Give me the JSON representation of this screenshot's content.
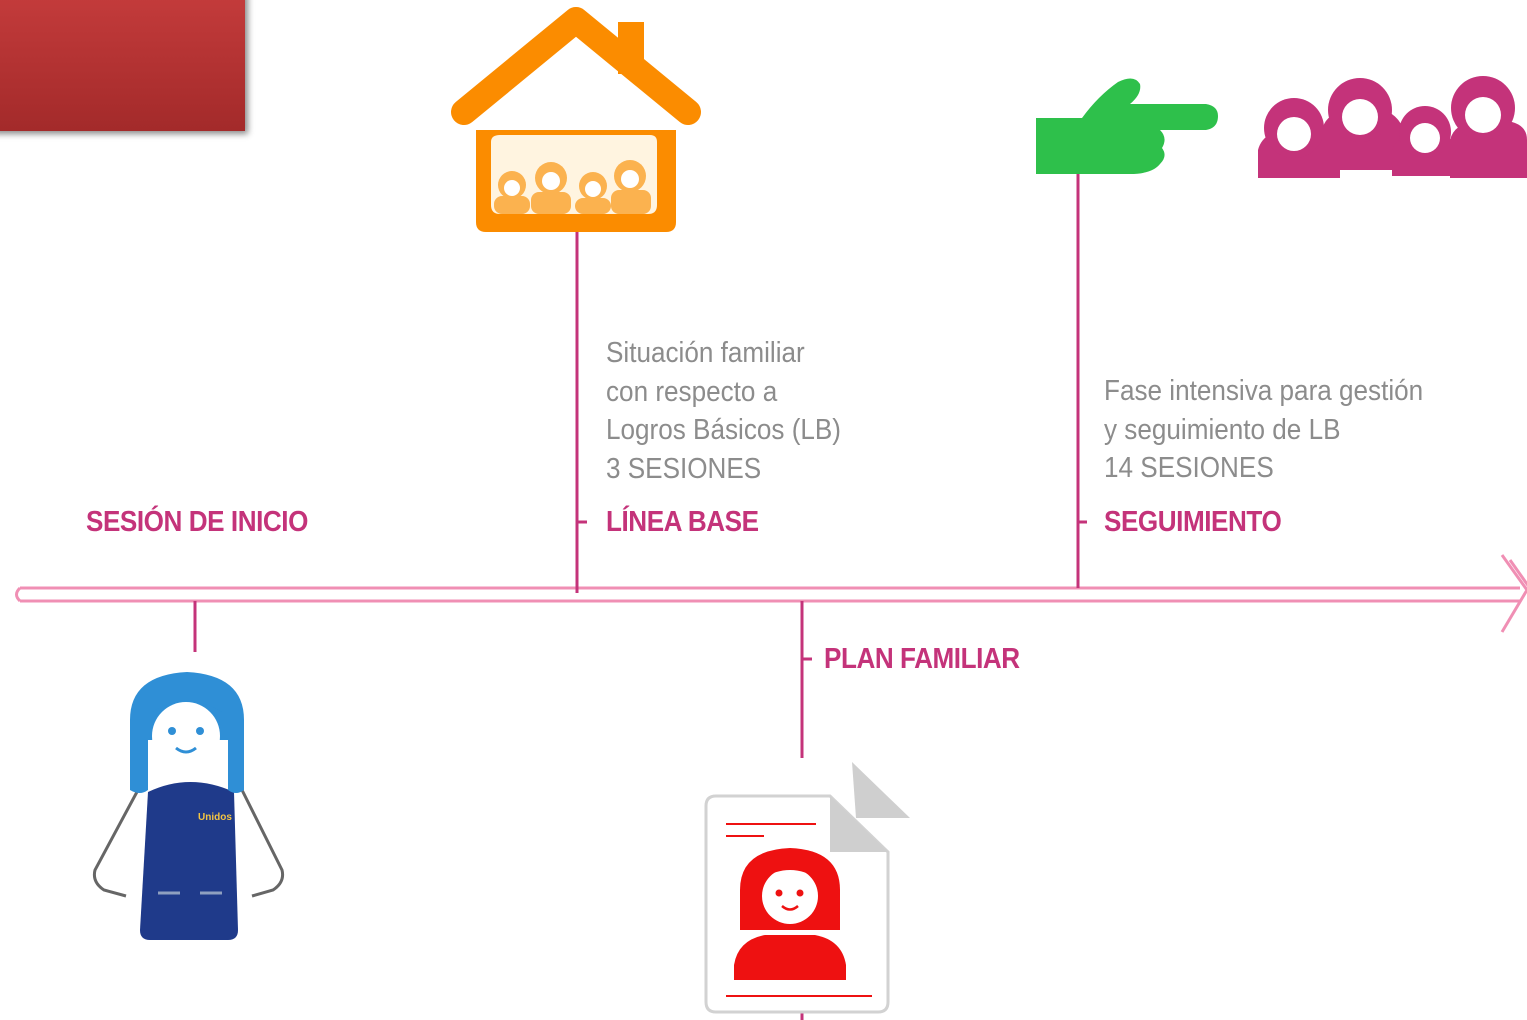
{
  "colors": {
    "accent": "#c4337a",
    "timeline": "#f08fb4",
    "description_text": "#8c8c8c",
    "house": "#fb8c00",
    "hand": "#2ec04b",
    "family_icon": "#c4337a",
    "agent_hair": "#2f8fd6",
    "agent_vest": "#1f3a8a",
    "document_person": "#ee1111",
    "title_box": "#b33333"
  },
  "stages": [
    {
      "label": "SESIÓN DE INICIO",
      "description": [],
      "icon": "agent-person-icon"
    },
    {
      "label": "LÍNEA BASE",
      "description": [
        "Situación familiar",
        "con respecto a",
        "Logros Básicos (LB)",
        "3 SESIONES"
      ],
      "icon": "house-family-icon"
    },
    {
      "label": "PLAN FAMILIAR",
      "description": [],
      "icon": "document-person-icon"
    },
    {
      "label": "SEGUIMIENTO",
      "description": [
        "Fase intensiva para gestión",
        "y seguimiento de LB",
        "14 SESIONES"
      ],
      "icon": "pointing-hand-icon"
    }
  ]
}
